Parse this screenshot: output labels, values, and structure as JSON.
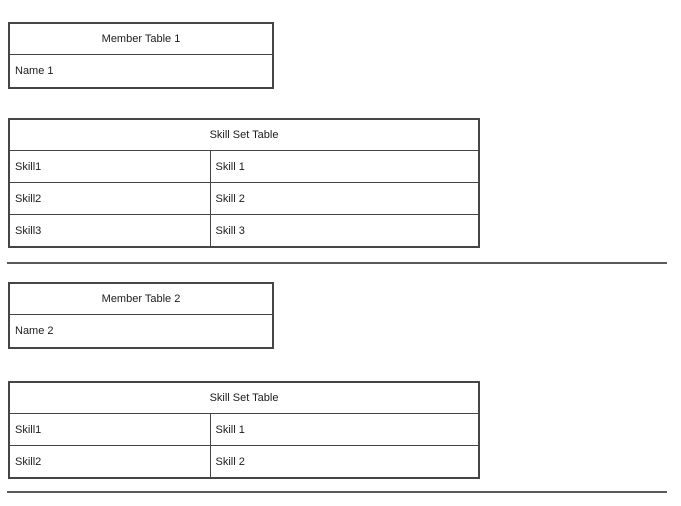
{
  "page": {
    "background": "#ffffff",
    "text_color": "#1c1c1c",
    "border_color": "#454545",
    "divider_color": "#5a5a5a"
  },
  "sections": [
    {
      "member_table": {
        "title": "Member Table 1",
        "rows": [
          "Name 1"
        ]
      },
      "skill_table": {
        "title": "Skill Set Table",
        "rows": [
          {
            "col1": "Skill1",
            "col2": "Skill 1"
          },
          {
            "col1": "Skill2",
            "col2": "Skill 2"
          },
          {
            "col1": "Skill3",
            "col2": "Skill 3"
          }
        ]
      }
    },
    {
      "member_table": {
        "title": "Member Table 2",
        "rows": [
          "Name 2"
        ]
      },
      "skill_table": {
        "title": "Skill Set Table",
        "rows": [
          {
            "col1": "Skill1",
            "col2": "Skill 1"
          },
          {
            "col1": "Skill2",
            "col2": "Skill 2"
          }
        ]
      }
    }
  ]
}
